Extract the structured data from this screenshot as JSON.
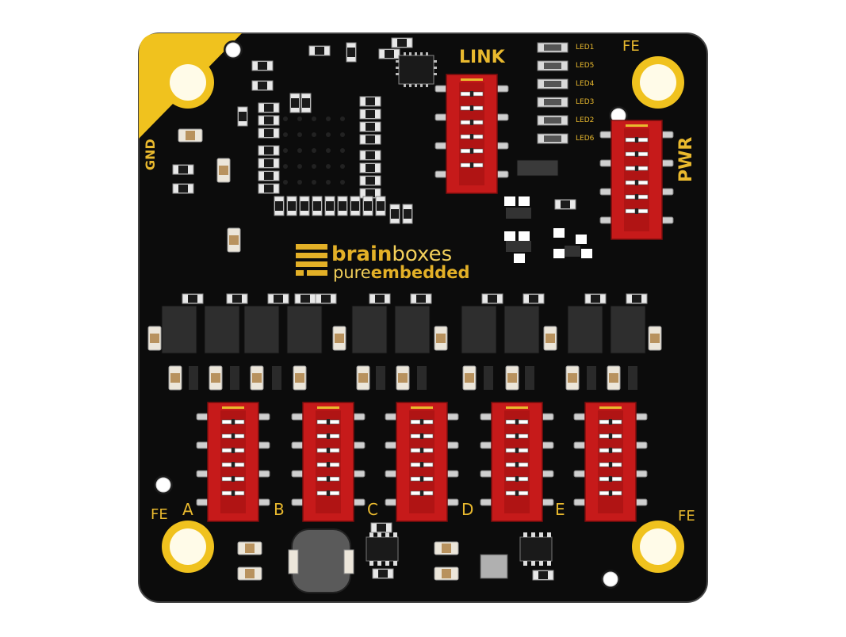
{
  "labels": {
    "link": "LINK",
    "pwr": "PWR",
    "gnd": "GND",
    "fe": "FE",
    "ports": [
      "A",
      "B",
      "C",
      "D",
      "E"
    ],
    "leds": [
      "LED1",
      "LED5",
      "LED4",
      "LED3",
      "LED2",
      "LED6"
    ]
  },
  "logo": {
    "brain": "brain",
    "boxes": "boxes",
    "pure": "pure",
    "embedded": "embedded"
  },
  "colors": {
    "board": "#0c0c0c",
    "silkscreen": "#e9b92e",
    "connector": "#c61a1a",
    "pad": "#f0d25a"
  }
}
